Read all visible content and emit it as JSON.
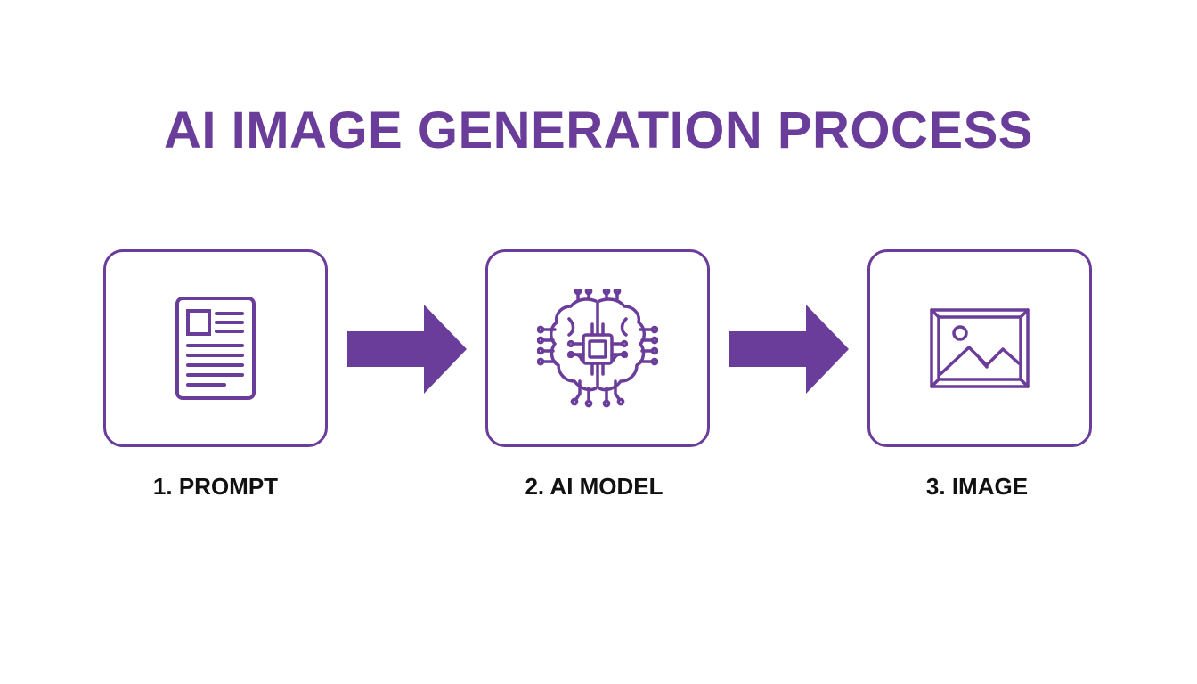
{
  "title": "AI IMAGE GENERATION PROCESS",
  "accent_color": "#6a3d9a",
  "steps": [
    {
      "label": "1. PROMPT",
      "icon": "document-icon"
    },
    {
      "label": "2. AI MODEL",
      "icon": "brain-chip-icon"
    },
    {
      "label": "3. IMAGE",
      "icon": "picture-icon"
    }
  ],
  "connectors": [
    "arrow-right-icon",
    "arrow-right-icon"
  ]
}
